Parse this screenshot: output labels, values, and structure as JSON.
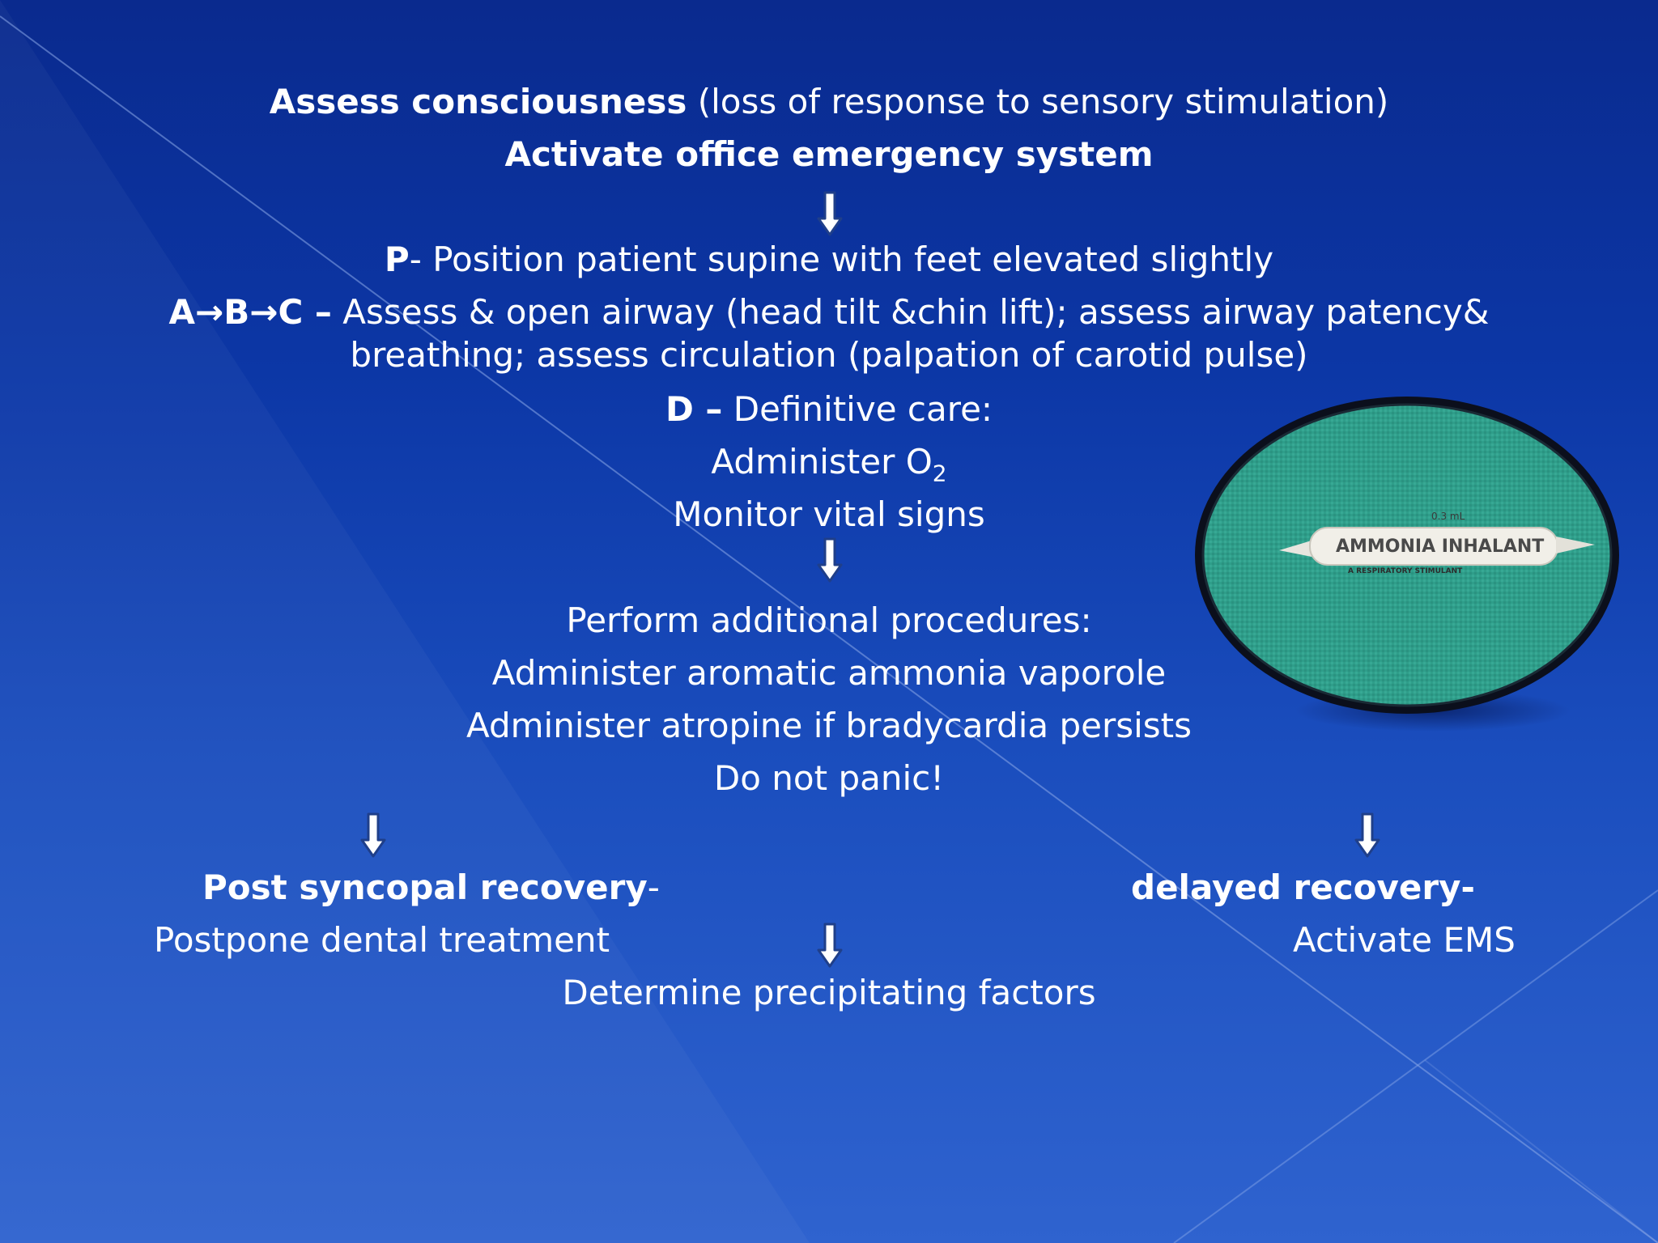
{
  "colors": {
    "background_top": "#0a2a8e",
    "background_bottom": "#2f63cf",
    "text": "#ffffff",
    "photo_surface": "#2f9e8a"
  },
  "step1": {
    "bold": "Assess consciousness",
    "rest": " (loss of response to sensory stimulation)"
  },
  "step2": "Activate office emergency system",
  "p_step": {
    "bold": "P",
    "rest": "- Position patient supine with feet elevated slightly"
  },
  "abc_step": {
    "bold": "A→B→C –",
    "rest": " Assess & open airway (head tilt &chin lift); assess airway patency&",
    "line2": "breathing; assess circulation (palpation of carotid pulse)"
  },
  "d_step": {
    "bold": "D –",
    "rest": " Definitive care:"
  },
  "o2": {
    "text": "Administer O",
    "sub": "2"
  },
  "monitor": "Monitor vital signs",
  "additional": [
    "Perform additional procedures:",
    "Administer aromatic ammonia vaporole",
    "Administer atropine if bradycardia persists",
    "Do not panic!"
  ],
  "post": {
    "bold": "Post syncopal recovery",
    "dash": "-",
    "detail": "Postpone dental treatment"
  },
  "delayed": {
    "bold": "delayed recovery-",
    "detail": "Activate EMS"
  },
  "determine": "Determine precipitating factors",
  "photo": {
    "label_main": "AMMONIA INHALANT",
    "label_sub": "A RESPIRATORY STIMULANT",
    "label_top": "0.3 mL"
  },
  "icons": {
    "arrow": "down-arrow-icon"
  }
}
